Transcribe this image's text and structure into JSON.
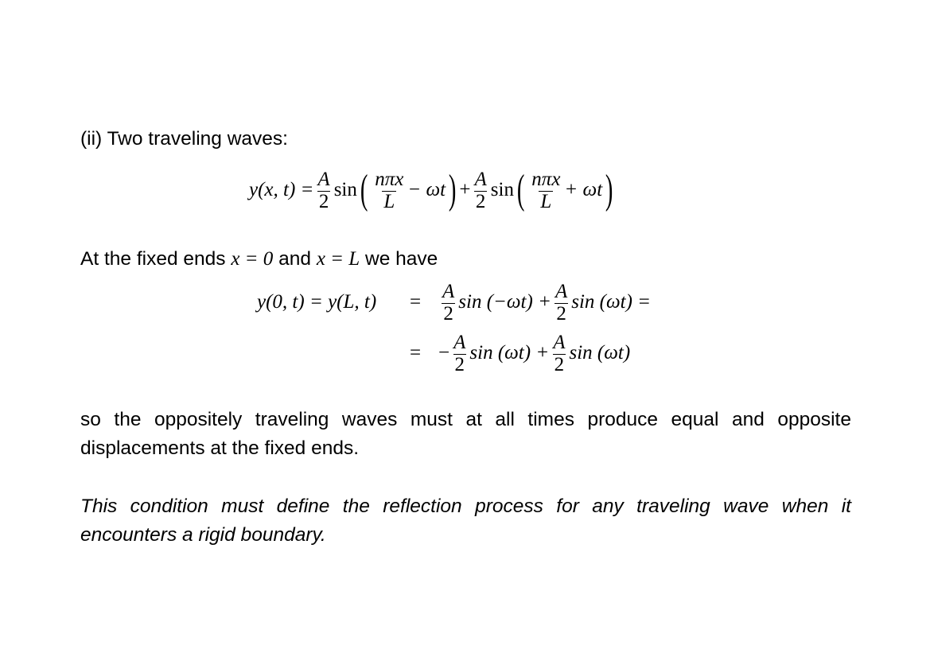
{
  "heading": "(ii) Two traveling waves:",
  "eq1": {
    "lhs": "y(x, t) =",
    "A": "A",
    "two": "2",
    "sin": "sin",
    "num": "nπx",
    "den": "L",
    "minus_wt": "− ωt",
    "plus": "+",
    "plus_wt": "+ ωt"
  },
  "fixed_ends": {
    "pre": "At the fixed ends",
    "cond1": "x = 0",
    "mid": "and",
    "cond2": "x = L",
    "post": "we have"
  },
  "eq2": {
    "lhs": "y(0, t) = y(L, t)",
    "eq": "=",
    "line1_a": "sin (−ωt) +",
    "line1_b": "sin (ωt) =",
    "line2_minus": "−",
    "line2_a": "sin (ωt) +",
    "line2_b": "sin (ωt)"
  },
  "paragraph1": "so the oppositely traveling waves must at all times produce equal and opposite displacements at the fixed ends.",
  "paragraph2": "This condition must define the reflection process for any traveling wave when it encounters a rigid boundary."
}
